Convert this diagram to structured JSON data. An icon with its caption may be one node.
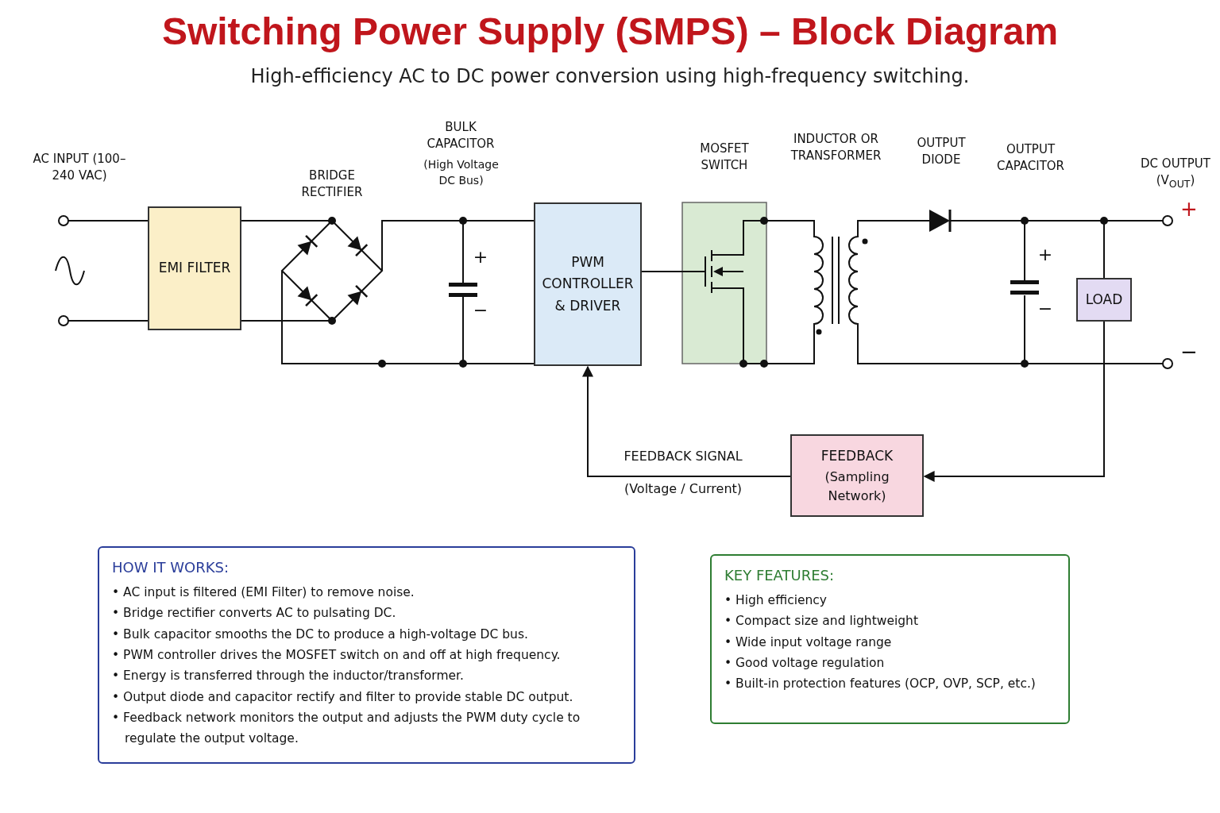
{
  "diagram": {
    "title": "Switching Power Supply (SMPS) – Block Diagram",
    "caption": "High-efficiency AC to DC power conversion using high-frequency switching.",
    "nodes": [
      {
        "text": [
          "AC INPUT (100–240 VAC)"
        ]
      },
      {
        "text": [
          "EMI FILTER"
        ]
      },
      {
        "text": [
          "BRIDGE RECTIFIER"
        ]
      },
      {
        "text": [
          "BULK CAPACITOR",
          "(High Voltage DC Bus)",
          "+",
          "−"
        ]
      },
      {
        "text": [
          "PWM CONTROLLER & DRIVER"
        ]
      },
      {
        "text": [
          "MOSFET SWITCH"
        ]
      },
      {
        "text": [
          "INDUCTOR OR TRANSFORMER"
        ]
      },
      {
        "text": [
          "OUTPUT DIODE"
        ]
      },
      {
        "text": [
          "OUTPUT CAPACITOR",
          "+",
          "−"
        ]
      },
      {
        "text": [
          "DC OUTPUT (V$_{OUT}$)",
          "+",
          "−"
        ]
      },
      {
        "text": [
          "LOAD"
        ]
      },
      {
        "text": [
          "FEEDBACK",
          "(Sampling Network)"
        ]
      },
      {
        "text": [
          "HOW IT WORKS:",
          "• AC input is filtered (EMI Filter) to remove noise.",
          "• Bridge rectifier converts AC to pulsating DC.",
          "• Bulk capacitor smooths the DC to produce a high-voltage DC bus.",
          "• PWM controller drives the MOSFET switch on and off at high frequency.",
          "• Energy is transferred through the inductor/transformer.",
          "• Output diode and capacitor rectify and filter to provide stable DC output.",
          "• Feedback network monitors the output and adjusts the PWM duty cycle to regulate the output voltage."
        ]
      },
      {
        "text": [
          "KEY FEATURES:",
          "• High efficiency",
          "• Compact size and lightweight",
          "• Wide input voltage range",
          "• Good voltage regulation",
          "• Built-in protection features (OCP, OVP, SCP, etc.)"
        ]
      }
    ],
    "edges": [
      {
        "from": 0,
        "to": 1,
        "arrow": "none"
      },
      {
        "from": 1,
        "to": 2,
        "arrow": "none"
      },
      {
        "from": 2,
        "to": 3,
        "arrow": "none"
      },
      {
        "from": 3,
        "to": 4,
        "arrow": "none"
      },
      {
        "from": 4,
        "to": 5,
        "arrow": "none"
      },
      {
        "from": 5,
        "to": 6,
        "arrow": "none"
      },
      {
        "from": 6,
        "to": 7,
        "arrow": "none"
      },
      {
        "from": 6,
        "to": 8,
        "arrow": "none"
      },
      {
        "from": 7,
        "to": 8,
        "arrow": "none"
      },
      {
        "from": 8,
        "to": 9,
        "arrow": "none"
      },
      {
        "from": 8,
        "to": 10,
        "arrow": "none"
      },
      {
        "from": 10,
        "to": 11,
        "arrow": "to"
      },
      {
        "from": 11,
        "to": 4,
        "arrow": "to",
        "label": "FEEDBACK SIGNAL"
      }
    ],
    "labels": [
      "(Voltage / Current)"
    ]
  }
}
